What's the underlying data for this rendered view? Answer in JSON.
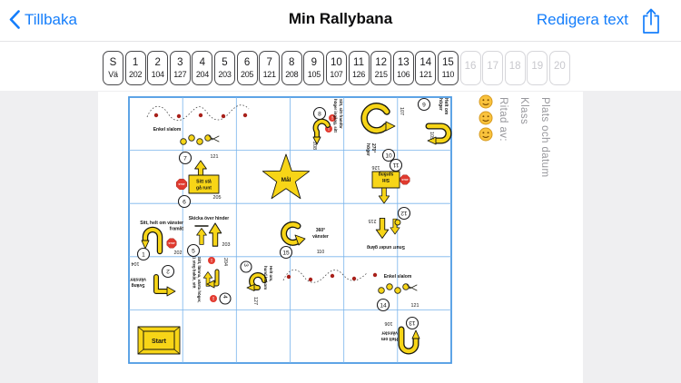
{
  "nav": {
    "back": "Tillbaka",
    "title": "Min Rallybana",
    "edit": "Redigera text"
  },
  "strip": {
    "cells": [
      {
        "n": "S",
        "v": "Vä",
        "enabled": true
      },
      {
        "n": "1",
        "v": "202",
        "enabled": true
      },
      {
        "n": "2",
        "v": "104",
        "enabled": true
      },
      {
        "n": "3",
        "v": "127",
        "enabled": true
      },
      {
        "n": "4",
        "v": "204",
        "enabled": true
      },
      {
        "n": "5",
        "v": "203",
        "enabled": true
      },
      {
        "n": "6",
        "v": "205",
        "enabled": true
      },
      {
        "n": "7",
        "v": "121",
        "enabled": true
      },
      {
        "n": "8",
        "v": "208",
        "enabled": true
      },
      {
        "n": "9",
        "v": "105",
        "enabled": true
      },
      {
        "n": "10",
        "v": "107",
        "enabled": true
      },
      {
        "n": "11",
        "v": "126",
        "enabled": true
      },
      {
        "n": "12",
        "v": "215",
        "enabled": true
      },
      {
        "n": "13",
        "v": "106",
        "enabled": true
      },
      {
        "n": "14",
        "v": "121",
        "enabled": true
      },
      {
        "n": "15",
        "v": "110",
        "enabled": true
      },
      {
        "n": "16",
        "v": "",
        "enabled": false
      },
      {
        "n": "17",
        "v": "",
        "enabled": false
      },
      {
        "n": "18",
        "v": "",
        "enabled": false
      },
      {
        "n": "19",
        "v": "",
        "enabled": false
      },
      {
        "n": "20",
        "v": "",
        "enabled": false
      }
    ]
  },
  "side": {
    "labels": [
      "Ritad av:",
      "Klass",
      "Plats och datum"
    ]
  },
  "course": {
    "start": "Start",
    "goal": "Mål",
    "stop": "STOP",
    "warn": "!",
    "s1": {
      "n": "1",
      "code": "202",
      "l1": "Sitt, helt om vänster",
      "l2": "framåt"
    },
    "s2": {
      "n": "2",
      "code": "104",
      "l1": "Sväng",
      "l2": "vänster"
    },
    "s3": {
      "n": "3",
      "code": "127",
      "l1": "Helt om,",
      "l2": "hund bakom"
    },
    "s4": {
      "n": "4",
      "code": "204",
      "l1": "Sitt, lämna, vänta höger,",
      "l2": "1 steg bakåt, sitt"
    },
    "s5": {
      "n": "5",
      "code": "203",
      "l1": "Skicka över hinder"
    },
    "s6": {
      "n": "6",
      "code": "205",
      "l1": "Sitt stå",
      "l2": "gå runt"
    },
    "s7": {
      "n": "7",
      "code": "121",
      "l1": "Enkel slalom"
    },
    "s8": {
      "n": "8",
      "code": "208",
      "l1": "Sitt, sitt framför",
      "l2": "höger ingång, sitt"
    },
    "s9": {
      "n": "9",
      "code": "105",
      "l1": "Helt om",
      "l2": "höger"
    },
    "s10": {
      "n": "10",
      "code": "107",
      "l1": "270°",
      "l2": "höger"
    },
    "s11": {
      "n": "11",
      "code": "126",
      "l1": "Sitt",
      "l2": "språng"
    },
    "s12": {
      "n": "12",
      "code": "215",
      "l1": "Snurr under gång"
    },
    "s13": {
      "n": "13",
      "code": "106",
      "l1": "Helt om",
      "l2": "vänster"
    },
    "s14": {
      "n": "14",
      "code": "121",
      "l1": "Enkel slalom"
    },
    "s15": {
      "n": "15",
      "code": "110",
      "l1": "360°",
      "l2": "vänster"
    }
  },
  "colors": {
    "accent_blue": "#157efb",
    "grid_blue": "#79b4ec",
    "sign_yellow": "#f7d517",
    "stop_red": "#e03a2f",
    "dot_red": "#a8201a",
    "side_grey": "#97979c"
  }
}
